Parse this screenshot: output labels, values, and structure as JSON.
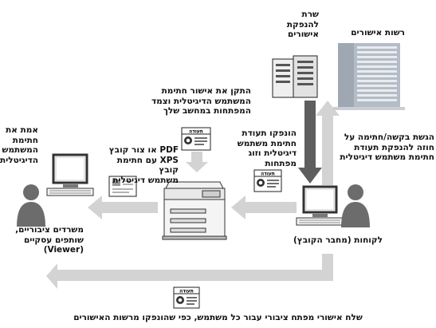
{
  "labels": {
    "ca_authority": "רשות אישורים",
    "issuing_server": "שרת\nלהנפקת\nאישורים",
    "request_text": "הגשת בקשה/חתימה על\nחוזה להנפקת תעודת\nחתימת משתמש דיגיטלית",
    "issue_text": "הונפקו תעודת\nחתימת משתמש\nדיגיטלית וזוג\nמפתחות",
    "install_text": "התקן את אישור חתימת\nהמשתמש הדיגיטלית וצמד\nהמפתחות במחשב שלך",
    "xps_text": "PDF או צור קובץ\nXPS עם חתימת קובץ\nמשתמש דיגיטלית",
    "verify_text": "אמת את\nחתימת\nהמשתמש\nהדיגיטלית",
    "customers_text": "לקוחות (מחבר הקובץ)",
    "offices_text": "משרדים ציבוריים,\nשותפים עסקיים\n(Viewer)",
    "bottom_text": "שלח אישורי מפתח ציבורי עבור כל משתמש, כפי שהונפקו מרשות האישורים",
    "certificate_word": "תעודה"
  },
  "colors": {
    "arrow_light": "#d3d3d3",
    "arrow_dark": "#5e5e5e",
    "person": "#6c6c6c",
    "building": "#b4bcc6"
  }
}
